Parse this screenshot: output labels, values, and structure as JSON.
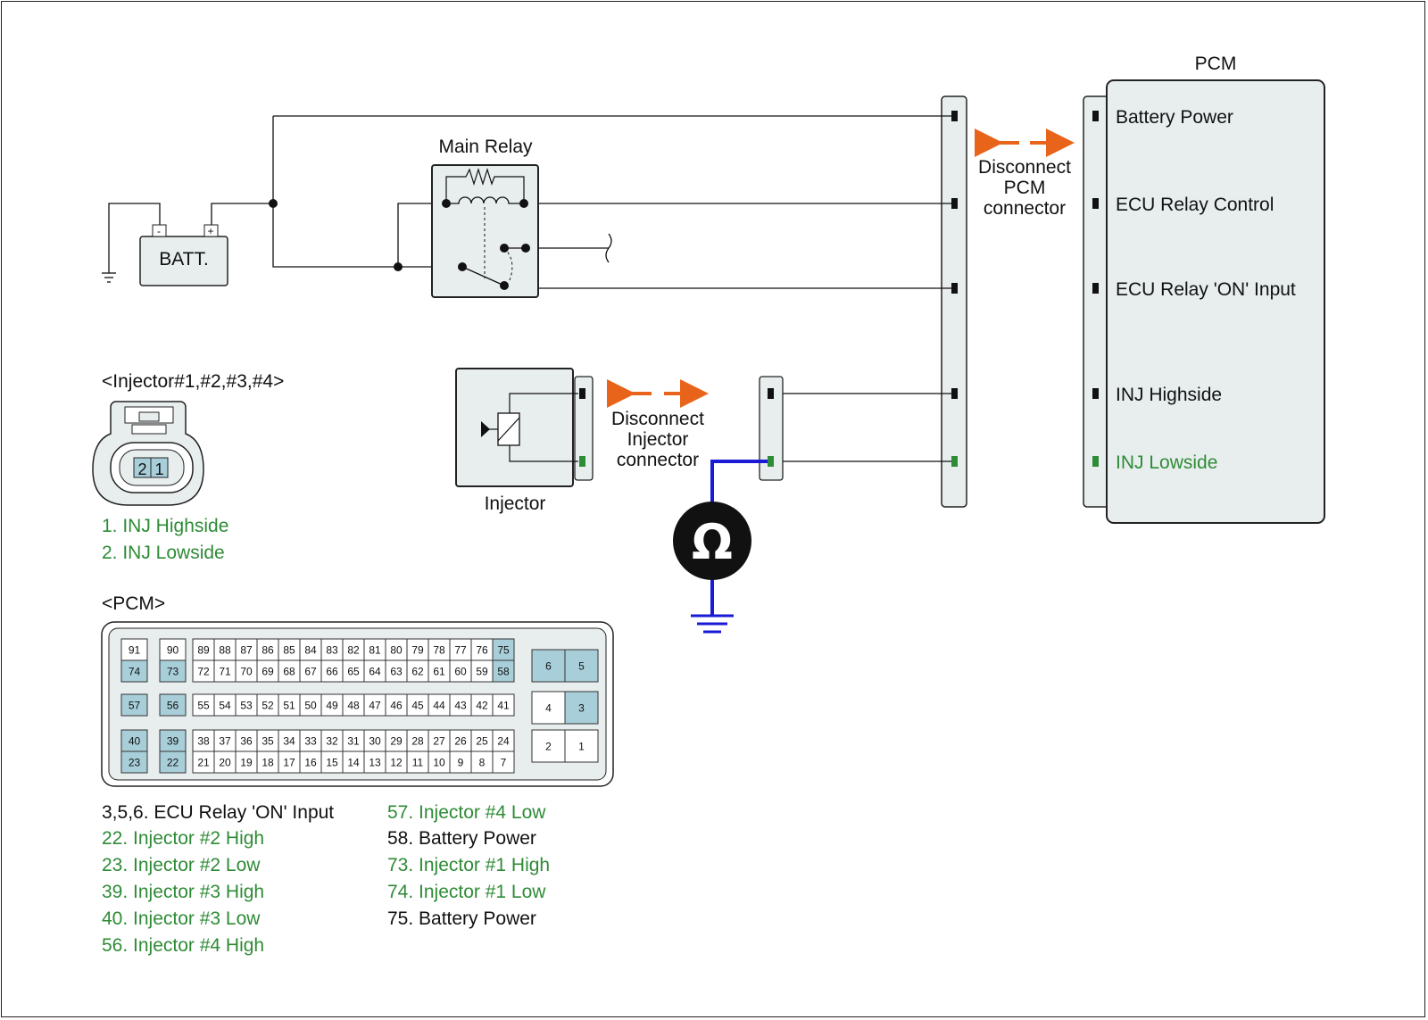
{
  "colors": {
    "wire": "#111111",
    "measure_wire": "#1a1ad6",
    "green": "#2e8b36",
    "orange": "#e8641b",
    "panel": "#e8eeee",
    "highlight_pin": "#a8cfd9"
  },
  "pcm_module": {
    "title": "PCM",
    "pins": [
      {
        "label": "Battery Power",
        "color": "black"
      },
      {
        "label": "ECU Relay Control",
        "color": "black"
      },
      {
        "label": "ECU Relay 'ON' Input",
        "color": "black"
      },
      {
        "label": "INJ Highside",
        "color": "black"
      },
      {
        "label": "INJ Lowside",
        "color": "green"
      }
    ]
  },
  "battery": {
    "label": "BATT.",
    "minus": "-",
    "plus": "+"
  },
  "main_relay": {
    "label": "Main Relay"
  },
  "injector": {
    "label": "Injector"
  },
  "disconnect_pcm": {
    "line1": "Disconnect",
    "line2": "PCM",
    "line3": "connector"
  },
  "disconnect_injector": {
    "line1": "Disconnect",
    "line2": "Injector",
    "line3": "connector"
  },
  "meter": {
    "symbol": "Ω",
    "icon": "ohmmeter-icon"
  },
  "injector_connector": {
    "title": "<Injector#1,#2,#3,#4>",
    "pin_numbers": [
      "2",
      "1"
    ],
    "legend": [
      "1. INJ Highside",
      "2. INJ Lowside"
    ]
  },
  "pcm_connector": {
    "title": "<PCM>",
    "small_block_rows": [
      [
        "91",
        "90"
      ],
      [
        "74",
        "73"
      ],
      [
        "57",
        "56"
      ],
      [
        "40",
        "39"
      ],
      [
        "23",
        "22"
      ]
    ],
    "row1": [
      "89",
      "88",
      "87",
      "86",
      "85",
      "84",
      "83",
      "82",
      "81",
      "80",
      "79",
      "78",
      "77",
      "76",
      "75"
    ],
    "row2": [
      "72",
      "71",
      "70",
      "69",
      "68",
      "67",
      "66",
      "65",
      "64",
      "63",
      "62",
      "61",
      "60",
      "59",
      "58"
    ],
    "row3": [
      "55",
      "54",
      "53",
      "52",
      "51",
      "50",
      "49",
      "48",
      "47",
      "46",
      "45",
      "44",
      "43",
      "42",
      "41"
    ],
    "row4": [
      "38",
      "37",
      "36",
      "35",
      "34",
      "33",
      "32",
      "31",
      "30",
      "29",
      "28",
      "27",
      "26",
      "25",
      "24"
    ],
    "row5": [
      "21",
      "20",
      "19",
      "18",
      "17",
      "16",
      "15",
      "14",
      "13",
      "12",
      "11",
      "10",
      "9",
      "8",
      "7"
    ],
    "power_pins": [
      [
        "6",
        "5"
      ],
      [
        "4",
        "3"
      ],
      [
        "2",
        "1"
      ]
    ]
  },
  "pin_legend_left": [
    {
      "text": "3,5,6. ECU Relay 'ON' Input",
      "color": "black"
    },
    {
      "text": "22. Injector #2 High",
      "color": "green"
    },
    {
      "text": "23. Injector #2 Low",
      "color": "green"
    },
    {
      "text": "39. Injector #3 High",
      "color": "green"
    },
    {
      "text": "40. Injector #3 Low",
      "color": "green"
    },
    {
      "text": "56. Injector #4 High",
      "color": "green"
    }
  ],
  "pin_legend_right": [
    {
      "text": "57. Injector #4 Low",
      "color": "green"
    },
    {
      "text": "58. Battery Power",
      "color": "black"
    },
    {
      "text": "73. Injector #1 High",
      "color": "green"
    },
    {
      "text": "74. Injector #1 Low",
      "color": "green"
    },
    {
      "text": "75. Battery Power",
      "color": "black"
    }
  ]
}
